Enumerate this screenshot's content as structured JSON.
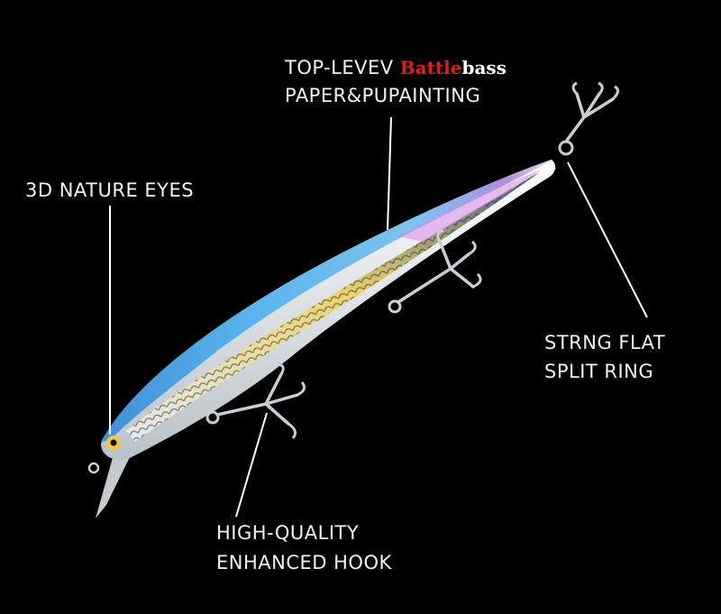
{
  "labels": {
    "top_line1_prefix": "TOP-LEVEV",
    "brand_part1": "Battle",
    "brand_part2": "bass",
    "top_line2": "PAPER&PUPAINTING",
    "eyes": "3D NATURE EYES",
    "ring_line1": "STRNG FLAT",
    "ring_line2": "SPLIT RING",
    "hook_line1": "HIGH-QUALITY",
    "hook_line2": "ENHANCED HOOK"
  },
  "colors": {
    "background": "#000000",
    "text": "#f2f2f2",
    "brand_red": "#e21b1b",
    "leader_line": "#ffffff",
    "lure_blue": "#4aa8e8",
    "lure_yellow": "#f3d34a",
    "lure_belly": "#e8eef2",
    "hook_silver": "#c9ced3"
  },
  "icons": [
    "fishing-lure-image",
    "treble-hook-icon",
    "split-ring-icon",
    "lure-eye-icon"
  ]
}
